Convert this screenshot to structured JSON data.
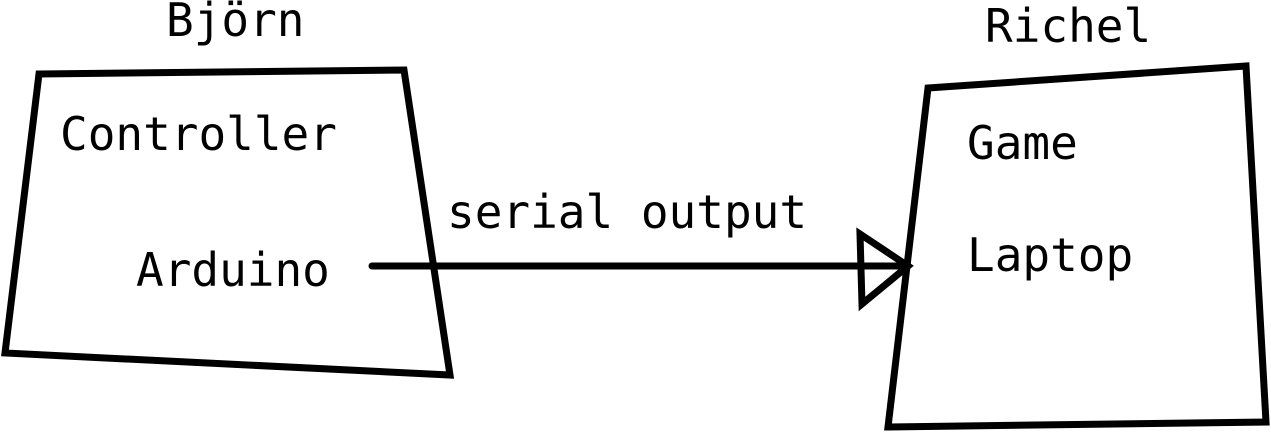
{
  "left_block": {
    "owner": "Björn",
    "line1": "Controller",
    "line2": "Arduino"
  },
  "right_block": {
    "owner": "Richel",
    "line1": "Game",
    "line2": "Laptop"
  },
  "connection": {
    "label": "serial output",
    "from": "Arduino",
    "to": "Laptop"
  },
  "colors": {
    "ink": "#000000",
    "background": "#ffffff"
  }
}
